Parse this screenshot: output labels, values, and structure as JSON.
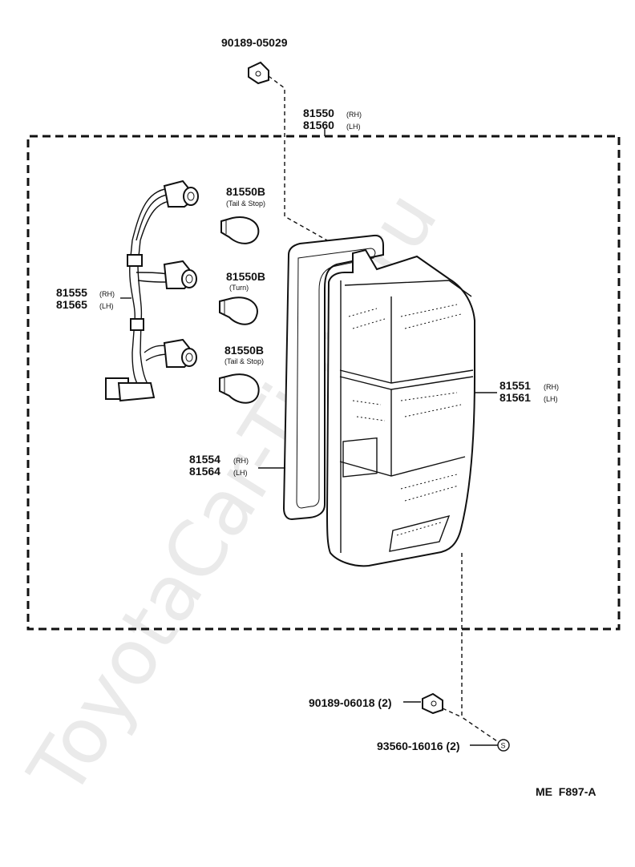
{
  "watermark": "ToyotaCar-Time.ru",
  "diagram_code": "ME  F897-A",
  "labels": {
    "clip_top": "90189-05029",
    "assembly": {
      "num1": "81550",
      "suf1": "(RH)",
      "num2": "81560",
      "suf2": "(LH)"
    },
    "bulb1": {
      "num": "81550B",
      "sub": "(Tail & Stop)"
    },
    "bulb2": {
      "num": "81550B",
      "sub": "(Turn)"
    },
    "bulb3": {
      "num": "81550B",
      "sub": "(Tail & Stop)"
    },
    "socket": {
      "num1": "81555",
      "suf1": "(RH)",
      "num2": "81565",
      "suf2": "(LH)"
    },
    "gasket": {
      "num1": "81554",
      "suf1": "(RH)",
      "num2": "81564",
      "suf2": "(LH)"
    },
    "lens": {
      "num1": "81551",
      "suf1": "(RH)",
      "num2": "81561",
      "suf2": "(LH)"
    },
    "nut": "90189-06018 (2)",
    "screw": "93560-16016 (2)",
    "screw_symbol": "S"
  }
}
